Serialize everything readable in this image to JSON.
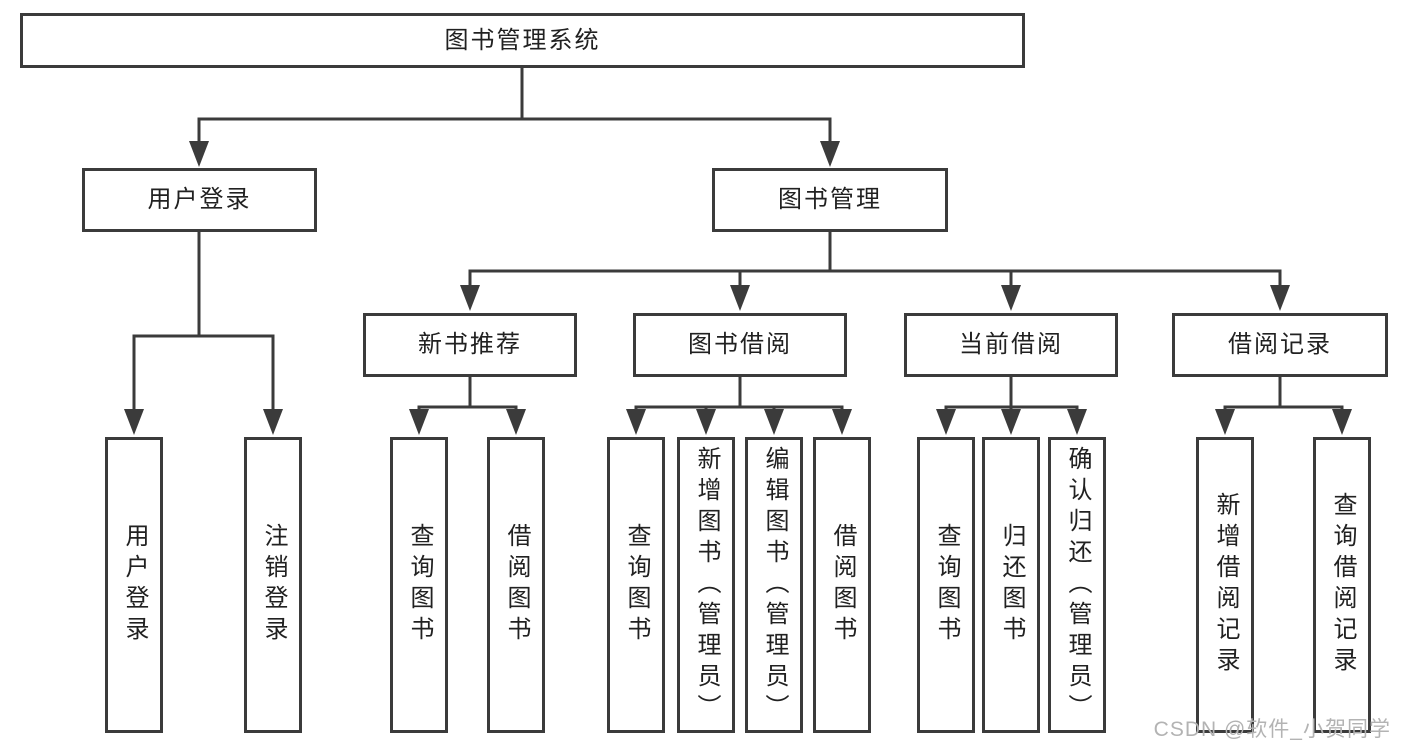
{
  "palette": {
    "line_color": "#3b3b3b",
    "text_color": "#212121",
    "box_background": "#ffffff",
    "page_background": "#ffffff",
    "watermark_color": "#b3b3b3"
  },
  "watermark": {
    "text": "CSDN @软件_小贺同学"
  },
  "tree": {
    "root": {
      "label": "图书管理系统",
      "children": [
        {
          "label": "用户登录",
          "children": [
            {
              "label": "用户登录"
            },
            {
              "label": "注销登录"
            }
          ]
        },
        {
          "label": "图书管理",
          "children": [
            {
              "label": "新书推荐",
              "children": [
                {
                  "label": "查询图书"
                },
                {
                  "label": "借阅图书"
                }
              ]
            },
            {
              "label": "图书借阅",
              "children": [
                {
                  "label": "查询图书"
                },
                {
                  "label": "新增图书（管理员）"
                },
                {
                  "label": "编辑图书（管理员）"
                },
                {
                  "label": "借阅图书"
                }
              ]
            },
            {
              "label": "当前借阅",
              "children": [
                {
                  "label": "查询图书"
                },
                {
                  "label": "归还图书"
                },
                {
                  "label": "确认归还（管理员）"
                }
              ]
            },
            {
              "label": "借阅记录",
              "children": [
                {
                  "label": "新增借阅记录"
                },
                {
                  "label": "查询借阅记录"
                }
              ]
            }
          ]
        }
      ]
    }
  }
}
